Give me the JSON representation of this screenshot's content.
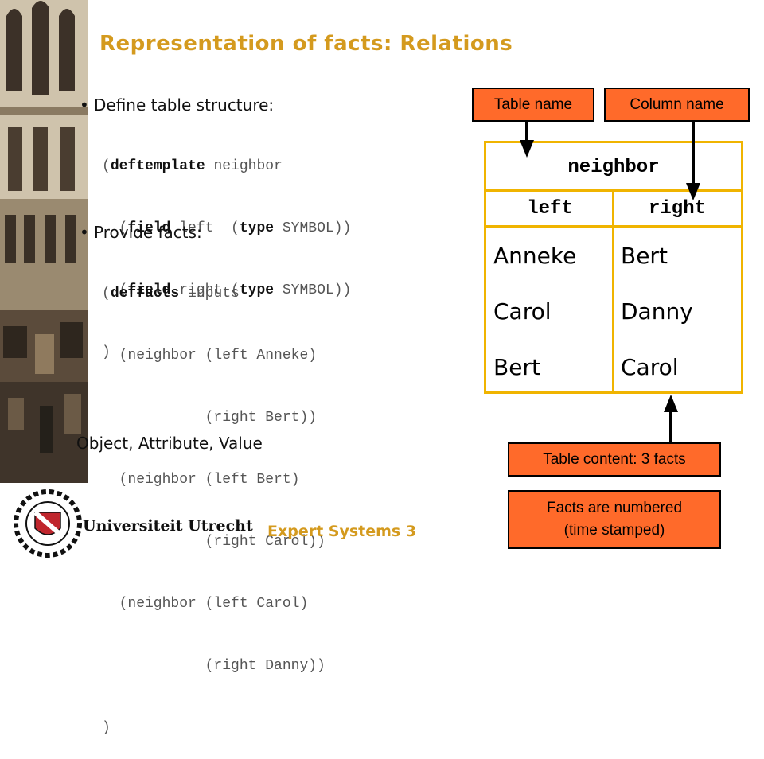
{
  "slide": {
    "title": "Representation of facts: Relations",
    "footer": "Expert Systems 3",
    "university_name": "Universiteit Utrecht"
  },
  "bullets": [
    {
      "text": "Define table structure:"
    },
    {
      "text": "Provide facts:"
    }
  ],
  "code_deftemplate": [
    {
      "pre": "(",
      "kw": "deftemplate",
      "post": " neighbor"
    },
    {
      "pre": "  (",
      "kw": "field",
      "post": " left  (",
      "kw2": "type",
      "post2": " SYMBOL))"
    },
    {
      "pre": "  (",
      "kw": "field",
      "post": " right (",
      "kw2": "type",
      "post2": " SYMBOL))"
    },
    {
      "pre": ")",
      "kw": "",
      "post": ""
    }
  ],
  "code_deffacts": [
    {
      "pre": "(",
      "kw": "deffacts",
      "post": " inputs"
    },
    {
      "pre": "  (neighbor (left Anneke)",
      "kw": "",
      "post": ""
    },
    {
      "pre": "            (right Bert))",
      "kw": "",
      "post": ""
    },
    {
      "pre": "  (neighbor (left Bert)",
      "kw": "",
      "post": ""
    },
    {
      "pre": "            (right Carol))",
      "kw": "",
      "post": ""
    },
    {
      "pre": "  (neighbor (left Carol)",
      "kw": "",
      "post": ""
    },
    {
      "pre": "            (right Danny))",
      "kw": "",
      "post": ""
    },
    {
      "pre": ")",
      "kw": "",
      "post": ""
    }
  ],
  "summary": "Object, Attribute, Value",
  "table": {
    "name": "neighbor",
    "columns": [
      "left",
      "right"
    ],
    "rows": [
      [
        "Anneke",
        "Bert"
      ],
      [
        "Carol",
        "Danny"
      ],
      [
        "Bert",
        "Carol"
      ]
    ]
  },
  "callouts": {
    "table_name": "Table name",
    "column_name": "Column name",
    "table_content": "Table content: 3 facts",
    "facts_numbered_line1": "Facts are numbered",
    "facts_numbered_line2": "(time stamped)"
  },
  "colors": {
    "title": "#d49a1e",
    "table_border": "#f0b400",
    "callout_fill": "#ff6a2a"
  }
}
